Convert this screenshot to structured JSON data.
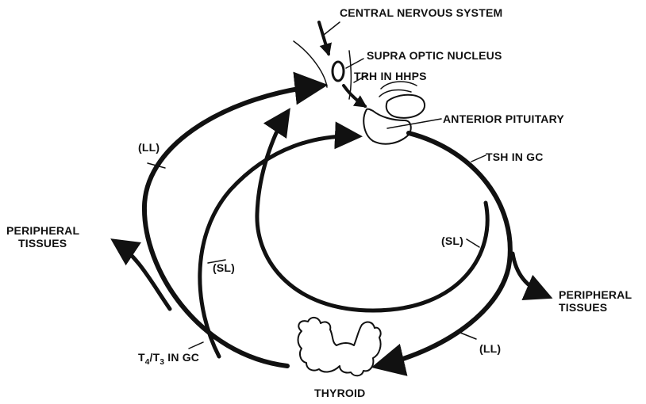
{
  "labels": {
    "cns": "CENTRAL NERVOUS SYSTEM",
    "son": "SUPRA OPTIC NUCLEUS",
    "trh": "TRH IN HHPS",
    "anterior_pituitary": "ANTERIOR PITUITARY",
    "tsh": "TSH IN GC",
    "peripheral_left_line1": "PERIPHERAL",
    "peripheral_left_line2": "TISSUES",
    "peripheral_right_line1": "PERIPHERAL",
    "peripheral_right_line2": "TISSUES",
    "ll_left": "(LL)",
    "sl_left": "(SL)",
    "sl_right": "(SL)",
    "ll_right": "(LL)",
    "t4_main": "T",
    "t4_sub": "4",
    "t3_sep": "/T",
    "t3_sub": "3",
    "t4t3_suffix": " IN GC",
    "thyroid": "THYROID"
  }
}
